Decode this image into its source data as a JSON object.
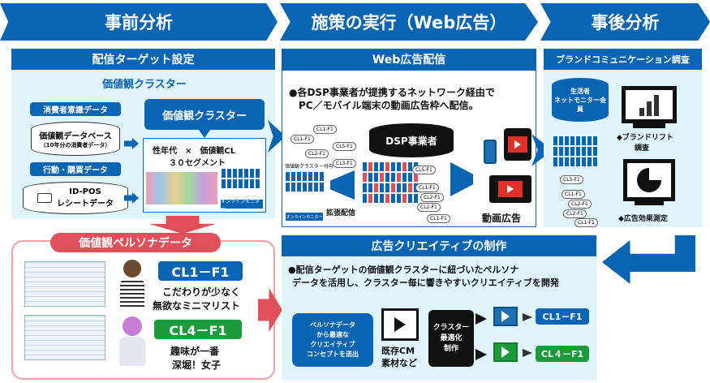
{
  "phases": [
    "事前分析",
    "施策の実行（Web広告）",
    "事後分析"
  ],
  "left": {
    "header": "配信ターゲット設定",
    "cluster_title": "価値観クラスター",
    "consumer_data": "消費者意識データ",
    "db_line1": "価値観データベース",
    "db_line2": "（10年分の消費者データ）",
    "action_data": "行動・購買データ",
    "pos_line1": "ID-POS",
    "pos_line2": "レシートデータ",
    "cluster_box": "価値観クラスター",
    "segment_line1": "性年代　×　価値観CL",
    "segment_line2": "３０セグメント",
    "online_label": "オンラインモニター"
  },
  "middle": {
    "header": "Web広告配信",
    "bullet_line1": "●各DSP事業者が提携するネットワーク経由で",
    "bullet_line2": "PC／モバイル端末の動画広告枠へ配信。",
    "dsp_label": "DSP事業者",
    "cluster_tag": "価値観クラスター付与",
    "online_label": "オンラインモニター",
    "expand_label": "拡張配信",
    "video_label": "動画広告",
    "tags_in": [
      "CL1-F1",
      "CL1-F1",
      "CL5-F1",
      "CL2-F1",
      "CL3-F1"
    ],
    "tags_out": [
      "CL5-F1",
      "CL1-F1",
      "CL2-F1",
      "CL2-F1",
      "CL1-F1"
    ]
  },
  "right": {
    "header": "ブランドコミュニケーション調査",
    "monitor_line1": "生活者",
    "monitor_line2": "ネットモニター会員",
    "lift_line1": "◆ブランドリフト",
    "lift_line2": "調査",
    "effect": "◆広告効果測定",
    "tags": [
      "CL5-F1",
      "CL1-F1",
      "CL2-F1",
      "CL2-F1",
      "CL1-F1"
    ]
  },
  "persona": {
    "header": "価値観ペルソナデータ",
    "cl1_label": "CL1－F1",
    "cl1_desc_line1": "こだわりが少なく",
    "cl1_desc_line2": "無欲なミニマリスト",
    "cl4_label": "CL4－F1",
    "cl4_desc_line1": "趣味が一番",
    "cl4_desc_line2": "深堀！女子"
  },
  "creative": {
    "header": "広告クリエイティブの制作",
    "bullet_line1": "●配信ターゲットの価値観クラスターに紐づいたペルソナ",
    "bullet_line2": "データを活用し、クラスター毎に響きやすいクリエイティブを開発",
    "concept_line1": "ペルソナデータ",
    "concept_line2": "から最適な",
    "concept_line3": "クリエイティブ",
    "concept_line4": "コンセプトを送出",
    "cm_line1": "既存CM",
    "cm_line2": "素材など",
    "opt_line1": "クラスター",
    "opt_line2": "最適化",
    "opt_line3": "制作",
    "out1": "CL1－F1",
    "out2": "CL４－F1"
  },
  "colors": {
    "blue": "#0a64b4",
    "light": "#dff4fb",
    "red": "#e0505a",
    "green": "#1d9a3b"
  }
}
